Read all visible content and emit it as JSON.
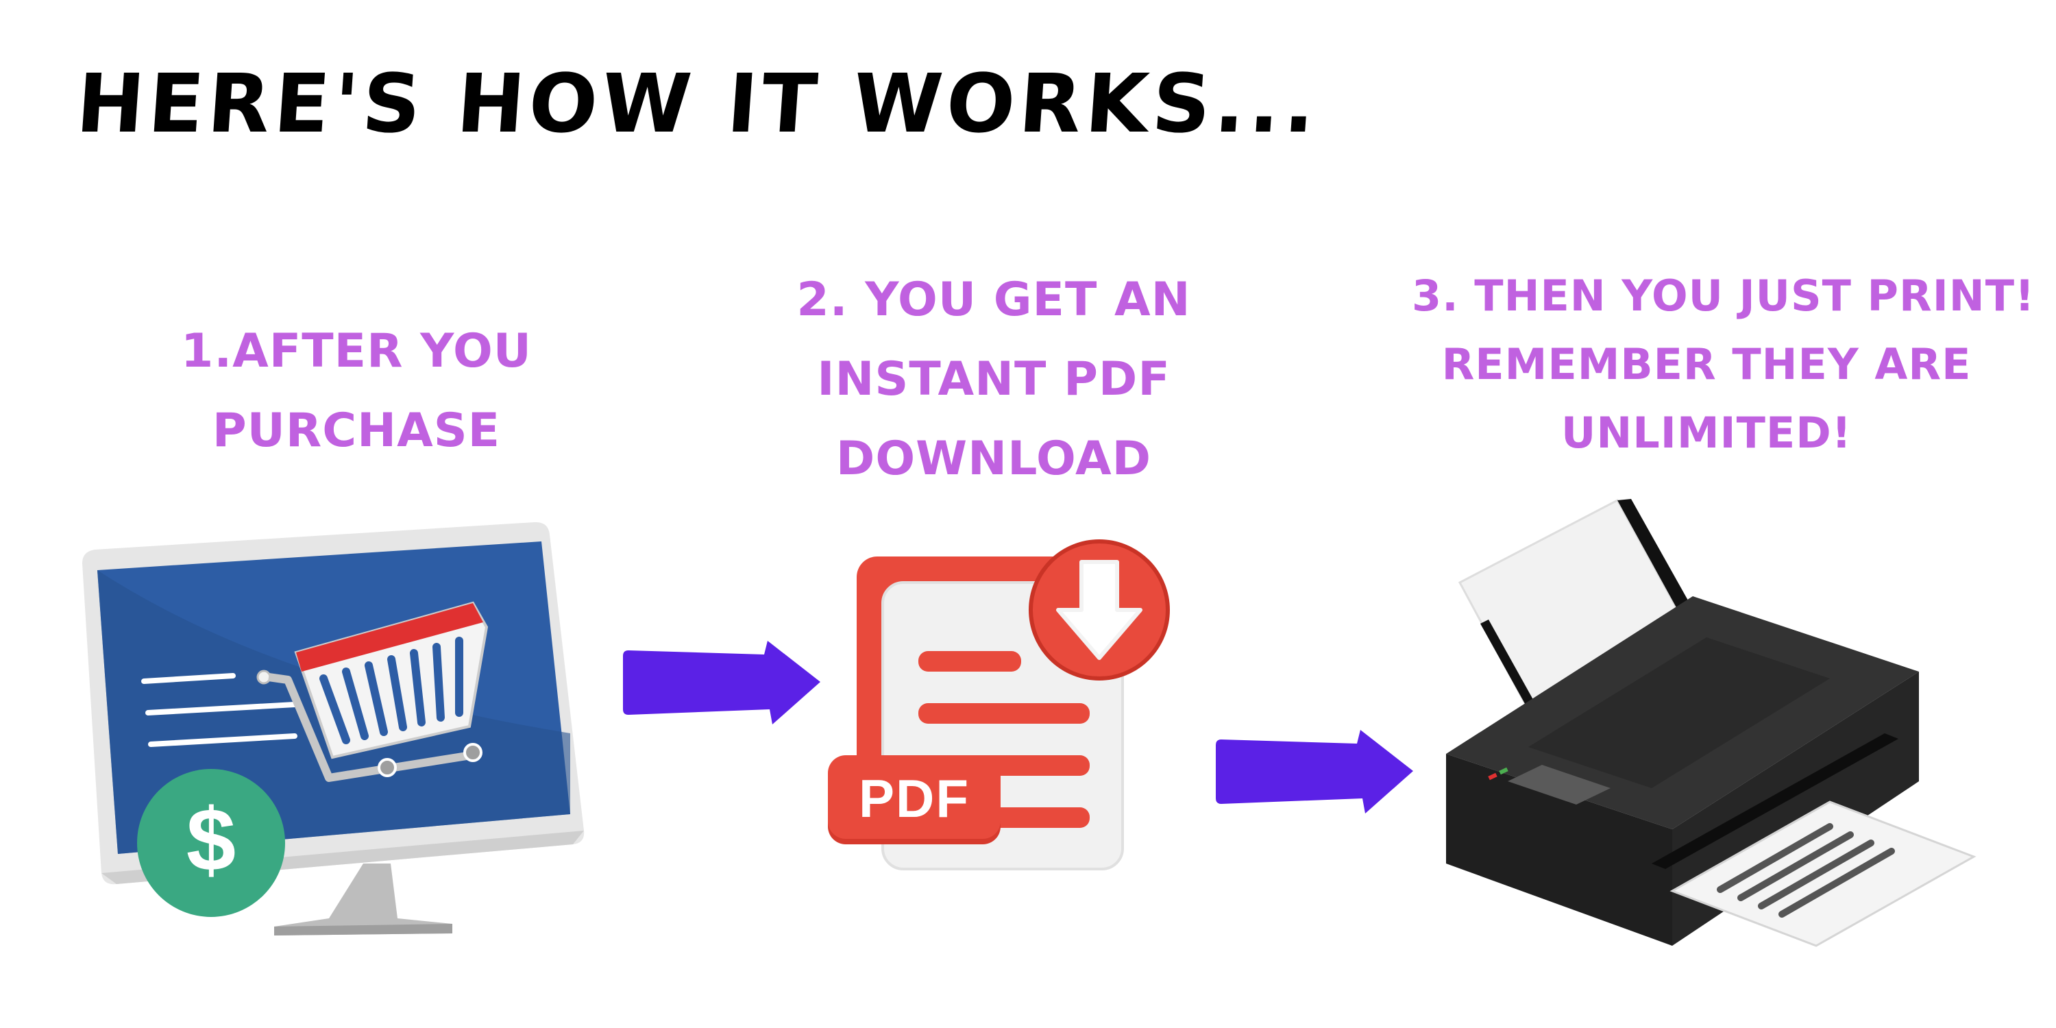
{
  "title": "HERE'S HOW IT WORKS...",
  "colors": {
    "step_text": "#c061e0",
    "arrow": "#5b21e6",
    "title": "#000000"
  },
  "steps": [
    {
      "lines": [
        "1.AFTER YOU",
        "PURCHASE"
      ],
      "icon": "computer-shopping-cart-icon"
    },
    {
      "lines": [
        "2. YOU GET AN",
        "INSTANT PDF",
        "DOWNLOAD"
      ],
      "icon": "pdf-download-icon"
    },
    {
      "lines": [
        "3. THEN YOU JUST PRINT!",
        "REMEMBER THEY ARE",
        "UNLIMITED!"
      ],
      "icon": "printer-icon"
    }
  ],
  "icons": {
    "dollar_symbol": "$",
    "pdf_label": "PDF",
    "arrow": "right-arrow-icon"
  }
}
